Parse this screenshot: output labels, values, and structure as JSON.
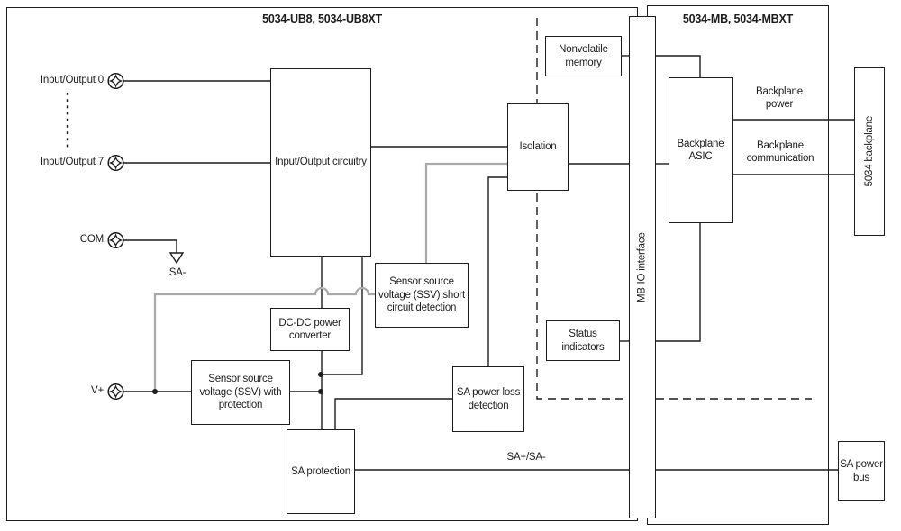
{
  "sections": {
    "left_title": "5034-UB8, 5034-UB8XT",
    "right_title": "5034-MB, 5034-MBXT"
  },
  "terminals": {
    "io0": "Input/Output 0",
    "io7": "Input/Output 7",
    "com": "COM",
    "vplus": "V+"
  },
  "blocks": {
    "io_circuitry": "Input/Output circuitry",
    "isolation": "Isolation",
    "nonvolatile_memory": "Nonvolatile memory",
    "backplane_asic": "Backplane ASIC",
    "mb_io_interface": "MB-IO interface",
    "status_indicators": "Status indicators",
    "ssv_short_circuit": "Sensor source voltage (SSV) short circuit detection",
    "dc_dc_converter": "DC-DC power converter",
    "ssv_with_protection": "Sensor source voltage (SSV) with protection",
    "sa_protection": "SA protection",
    "sa_power_loss": "SA power loss detection",
    "backplane_5034": "5034 backplane",
    "sa_power_bus": "SA power bus"
  },
  "wire_labels": {
    "sa_minus": "SA-",
    "sa_bus_line": "SA+/SA-",
    "backplane_power": "Backplane power",
    "backplane_communication": "Backplane communication"
  },
  "colors": {
    "line": "#1c1c1c",
    "gray_wire": "#a9a9a9",
    "background": "#ffffff"
  }
}
